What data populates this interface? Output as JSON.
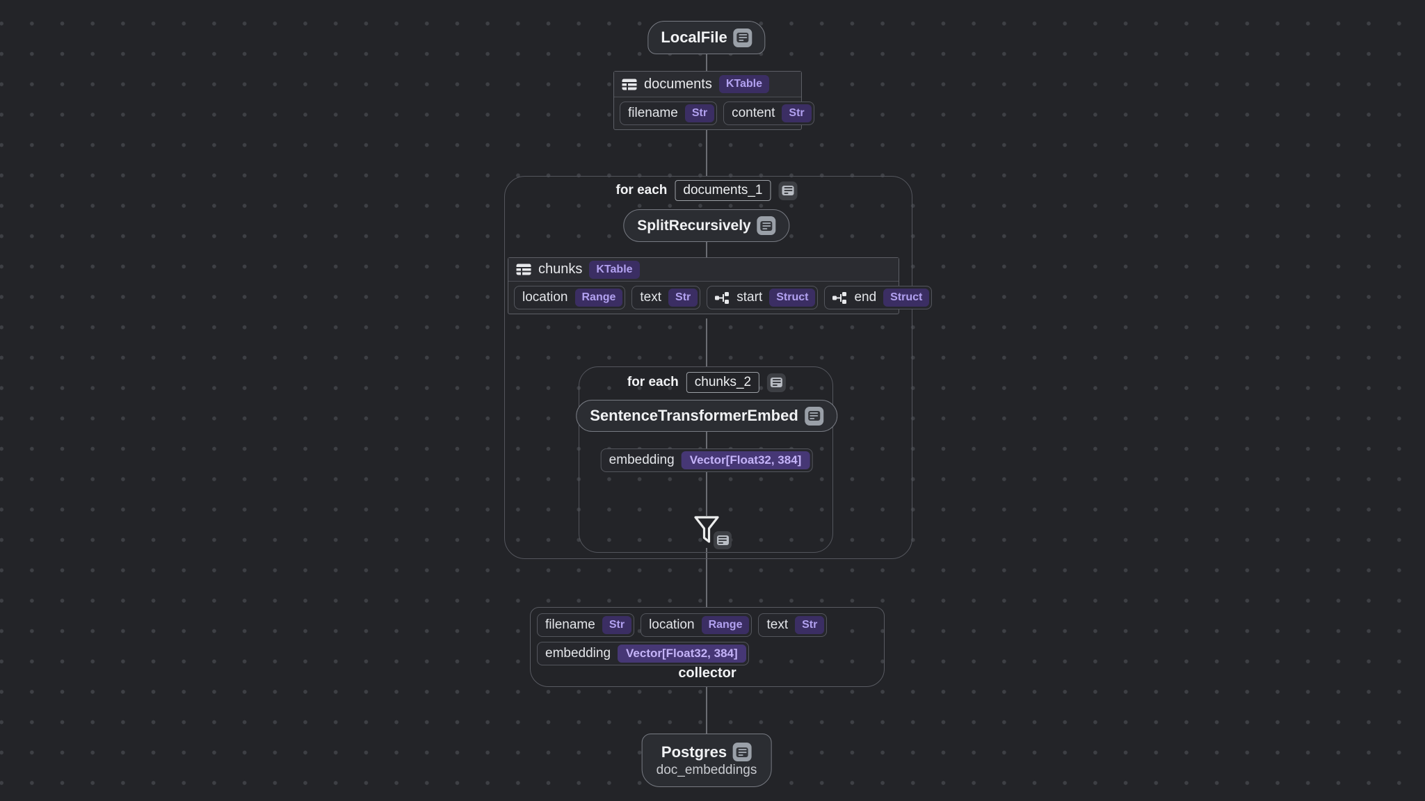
{
  "canvas": {
    "background": "#232428",
    "dot_color": "#3e4045",
    "accent_badge_bg": "#3b2e63",
    "accent_badge_text": "#b2a1f0",
    "line_color": "#6b6d73"
  },
  "source_node": {
    "title": "LocalFile"
  },
  "documents_table": {
    "name": "documents",
    "kind": "KTable",
    "fields": [
      {
        "name": "filename",
        "type": "Str"
      },
      {
        "name": "content",
        "type": "Str"
      }
    ]
  },
  "foreach_documents": {
    "label": "for each",
    "value": "documents_1"
  },
  "split_node": {
    "title": "SplitRecursively"
  },
  "chunks_table": {
    "name": "chunks",
    "kind": "KTable",
    "fields": [
      {
        "name": "location",
        "type": "Range"
      },
      {
        "name": "text",
        "type": "Str"
      },
      {
        "name": "start",
        "type": "Struct"
      },
      {
        "name": "end",
        "type": "Struct"
      }
    ]
  },
  "foreach_chunks": {
    "label": "for each",
    "value": "chunks_2"
  },
  "embed_node": {
    "title": "SentenceTransformerEmbed"
  },
  "embedding_field": {
    "name": "embedding",
    "type": "Vector[Float32, 384]"
  },
  "collector": {
    "label": "collector",
    "row1": [
      {
        "name": "filename",
        "type": "Str"
      },
      {
        "name": "location",
        "type": "Range"
      },
      {
        "name": "text",
        "type": "Str"
      }
    ],
    "row2": [
      {
        "name": "embedding",
        "type": "Vector[Float32, 384]"
      }
    ]
  },
  "sink_node": {
    "title": "Postgres",
    "subtitle": "doc_embeddings"
  }
}
